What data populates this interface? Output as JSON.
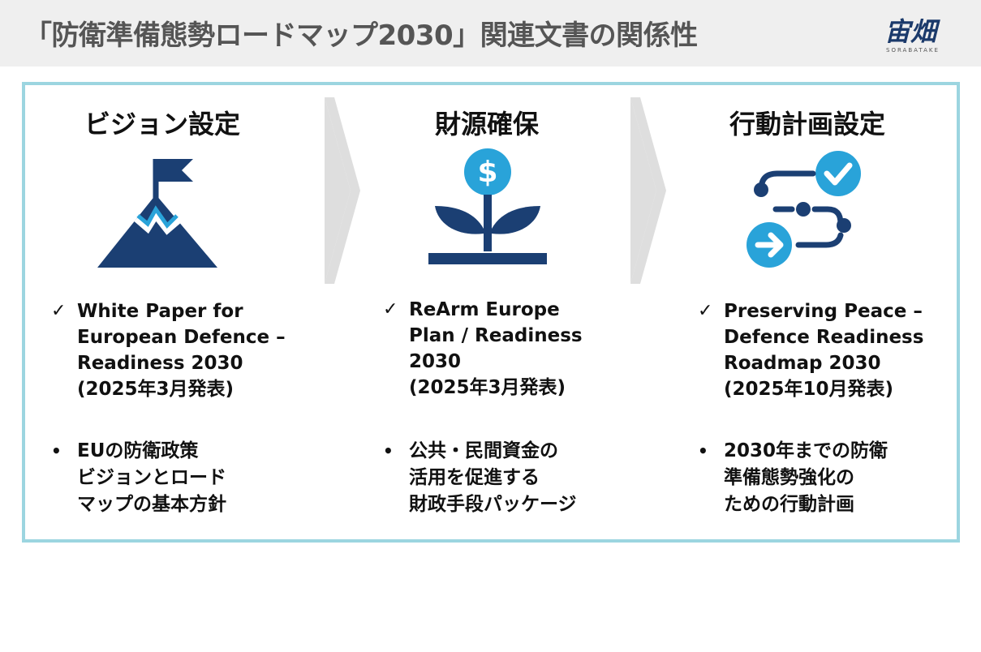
{
  "header": {
    "title": "「防衛準備態勢ロードマップ2030」関連文書の関係性",
    "logo_text": "宙畑",
    "logo_sub": "SORABATAKE"
  },
  "columns": [
    {
      "title": "ビジョン設定",
      "icon": "mountain-flag-icon",
      "check": "✓",
      "doc_lines": [
        "White Paper for",
        "European Defence –",
        "Readiness 2030",
        "(2025年3月発表)"
      ],
      "bullet": "•",
      "desc_lines": [
        "EUの防衛政策",
        "ビジョンとロード",
        "マップの基本方針"
      ]
    },
    {
      "title": "財源確保",
      "icon": "money-plant-icon",
      "dollar": "$",
      "check": "✓",
      "doc_lines": [
        "ReArm Europe",
        "Plan / Readiness",
        "2030",
        " (2025年3月発表)"
      ],
      "bullet": "•",
      "desc_lines": [
        "公共・民間資金の",
        "活用を促進する",
        "財政手段パッケージ"
      ]
    },
    {
      "title": "行動計画設定",
      "icon": "action-path-icon",
      "check": "✓",
      "doc_lines": [
        "Preserving Peace –",
        "Defence Readiness",
        "Roadmap 2030",
        " (2025年10月発表)"
      ],
      "bullet": "•",
      "desc_lines": [
        "2030年までの防衛",
        "準備態勢強化の",
        "ための行動計画"
      ]
    }
  ],
  "colors": {
    "navy": "#1b3f73",
    "accent": "#29a3d9",
    "frame": "#9cd5e0",
    "chevron": "#dedede",
    "header_bg": "#efefef"
  }
}
